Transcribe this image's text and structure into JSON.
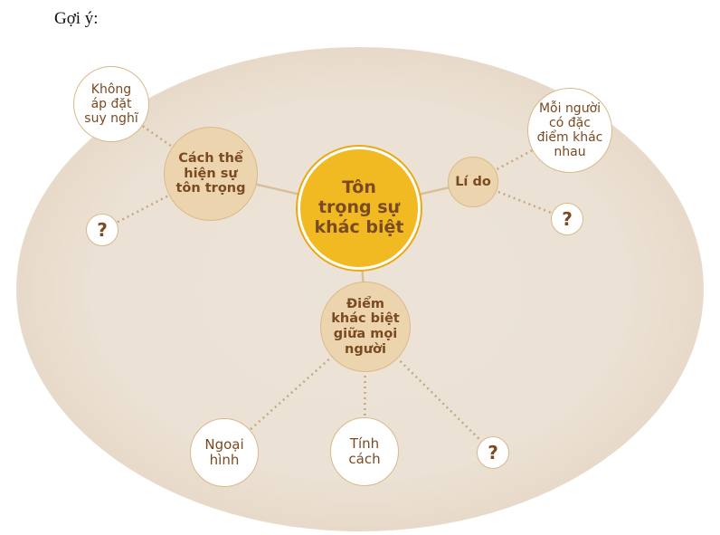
{
  "title": "Gợi ý:",
  "center": "Tôn trọng sự khác biệt",
  "branches": {
    "ways": {
      "label": "Cách thể hiện sự tôn trọng",
      "children": [
        "Không áp đặt suy nghĩ",
        "?"
      ]
    },
    "reason": {
      "label": "Lí do",
      "children": [
        "Mỗi người có đặc điểm khác nhau",
        "?"
      ]
    },
    "differences": {
      "label": "Điểm khác biệt giữa mọi người",
      "children": [
        "Ngoại hình",
        "Tính cách",
        "?"
      ]
    }
  },
  "colors": {
    "center": "#f2ba22",
    "mid": "#ecd5ae",
    "text": "#7a4a22",
    "line": "#c9a77a"
  }
}
